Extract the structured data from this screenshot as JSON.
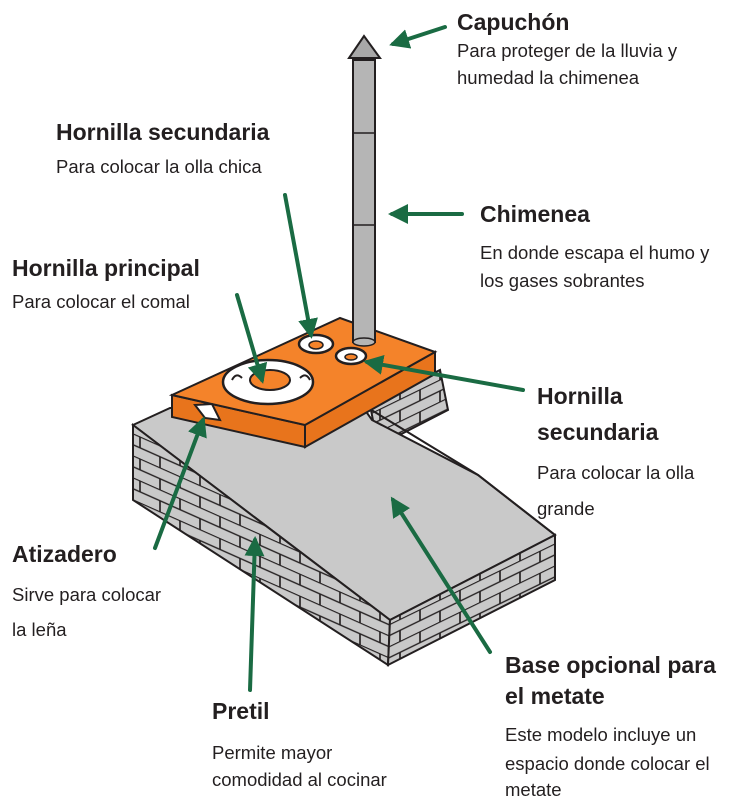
{
  "colors": {
    "accent_orange": "#f4832a",
    "arrow_green": "#1a6b43",
    "base_gray": "#c9c9c9",
    "outline": "#231f20"
  },
  "labels": {
    "capuchon": {
      "title": "Capuchón",
      "lines": [
        "Para proteger de la lluvia y",
        "humedad la chimenea"
      ]
    },
    "hornilla_sec_chica": {
      "title": "Hornilla secundaria",
      "lines": [
        "Para colocar la olla chica"
      ]
    },
    "chimenea": {
      "title": "Chimenea",
      "lines": [
        "En donde escapa el humo y",
        "los gases sobrantes"
      ]
    },
    "hornilla_principal": {
      "title": "Hornilla principal",
      "lines": [
        "Para colocar el comal"
      ]
    },
    "hornilla_sec_grande": {
      "title_lines": [
        "Hornilla",
        "secundaria"
      ],
      "lines": [
        "Para colocar la olla",
        "grande"
      ]
    },
    "atizadero": {
      "title": "Atizadero",
      "lines": [
        "Sirve para colocar",
        "la leña"
      ]
    },
    "base_metate": {
      "title_lines": [
        "Base opcional para",
        "el metate"
      ],
      "lines": [
        "Este modelo incluye un",
        "espacio donde colocar el",
        "metate"
      ]
    },
    "pretil": {
      "title": "Pretil",
      "lines": [
        "Permite mayor",
        "comodidad al cocinar"
      ]
    }
  }
}
